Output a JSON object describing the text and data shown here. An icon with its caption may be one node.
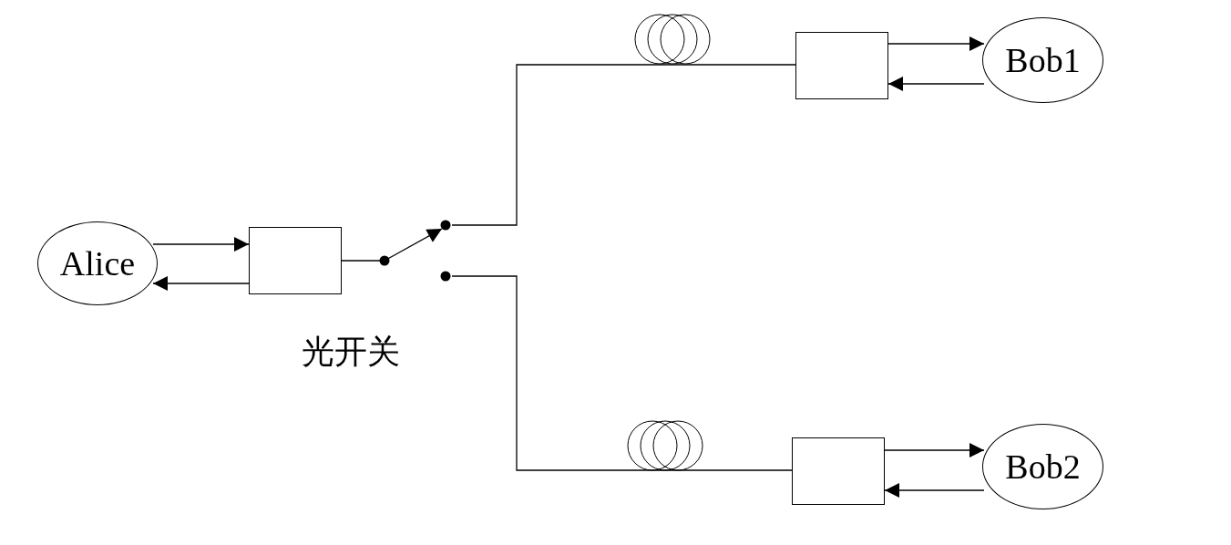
{
  "diagram": {
    "nodes": [
      {
        "text": [
          "Alice"
        ]
      },
      {
        "text": [],
        "shape": "box"
      },
      {
        "text": [],
        "shape": "switch",
        "beside": [
          "光开关"
        ]
      },
      {
        "text": [],
        "shape": "box"
      },
      {
        "text": [
          "Bob1"
        ]
      },
      {
        "text": [],
        "shape": "box"
      },
      {
        "text": [
          "Bob2"
        ]
      }
    ],
    "edges": [
      {
        "from": 0,
        "to": 1,
        "arrow": "to"
      },
      {
        "from": 1,
        "to": 0,
        "arrow": "to"
      },
      {
        "from": 1,
        "to": 2,
        "arrow": "none"
      },
      {
        "from": 2,
        "to": 3,
        "arrow": "none"
      },
      {
        "from": 2,
        "to": 5,
        "arrow": "none"
      },
      {
        "from": 3,
        "to": 4,
        "arrow": "to"
      },
      {
        "from": 4,
        "to": 3,
        "arrow": "to"
      },
      {
        "from": 5,
        "to": 6,
        "arrow": "to"
      },
      {
        "from": 6,
        "to": 5,
        "arrow": "to"
      }
    ]
  }
}
